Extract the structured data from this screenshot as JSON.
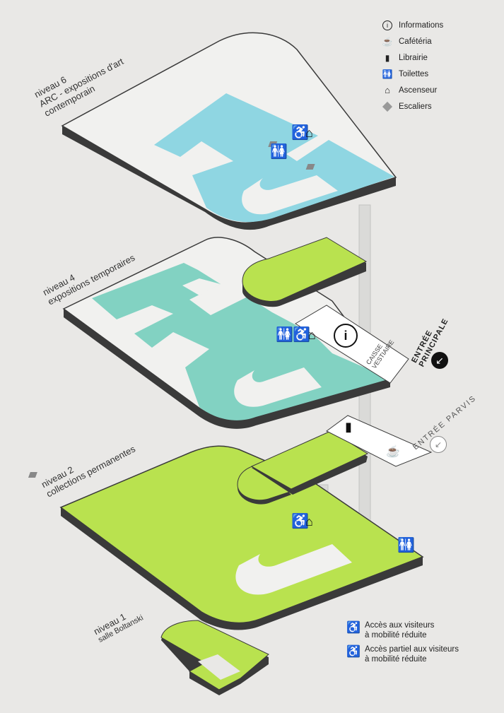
{
  "colors": {
    "level6": "#8fd6e2",
    "level4": "#82d2c2",
    "level2": "#b9e24f",
    "floor": "#f1f1ef",
    "edge": "#3a3a3a",
    "background": "#e9e8e6"
  },
  "levels": [
    {
      "id": "niveau-6",
      "title": "niveau 6",
      "subtitle": "ARC - expositions d'art",
      "subtitle2": "contemporain"
    },
    {
      "id": "niveau-4",
      "title": "niveau 4",
      "subtitle": "expositions temporaires"
    },
    {
      "id": "niveau-2",
      "title": "niveau 2",
      "subtitle": "collections permanentes"
    },
    {
      "id": "niveau-1",
      "title": "niveau 1",
      "subtitle": "salle Boltanski"
    }
  ],
  "legend": [
    {
      "icon": "info-icon",
      "label": "Informations"
    },
    {
      "icon": "cafeteria-icon",
      "label": "Cafétéria"
    },
    {
      "icon": "library-icon",
      "label": "Librairie"
    },
    {
      "icon": "toilets-icon",
      "label": "Toilettes"
    },
    {
      "icon": "elevator-icon",
      "label": "Ascenseur"
    },
    {
      "icon": "stairs-icon",
      "label": "Escaliers"
    }
  ],
  "accessibility_legend": [
    {
      "icon": "wheelchair-icon",
      "line1": "Accès aux visiteurs",
      "line2": "à mobilité réduite"
    },
    {
      "icon": "partial-wheelchair-icon",
      "line1": "Accès partiel aux visiteurs",
      "line2": "à mobilité réduite"
    }
  ],
  "entrances": {
    "main_line1": "ENTRÉE",
    "main_line2": "PRINCIPALE",
    "parvis": "ENTRÉE PARVIS",
    "desk_line1": "CAISSE",
    "desk_line2": "VESTIAIRE"
  }
}
